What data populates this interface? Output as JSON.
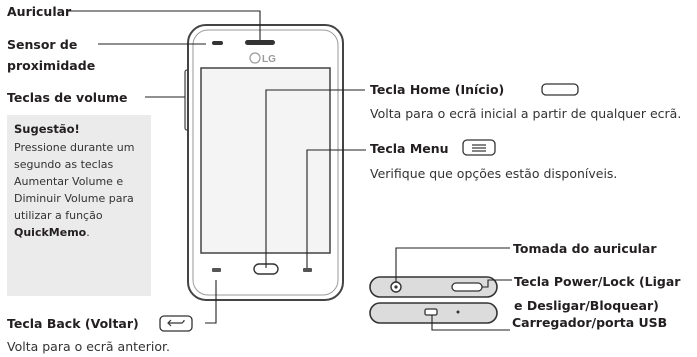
{
  "phone": {
    "brand": "LG"
  },
  "labels": {
    "auricular": "Auricular",
    "sensor_line1": "Sensor de",
    "sensor_line2": "proximidade",
    "volume_keys": "Teclas de volume",
    "home_key": "Tecla Home (Início)",
    "home_desc": "Volta para o ecrã inicial a partir de qualquer ecrã.",
    "menu_key": "Tecla Menu",
    "menu_desc": "Verifique que opções estão disponíveis.",
    "back_key": "Tecla Back (Voltar)",
    "back_desc": "Volta para o ecrã anterior.",
    "headset_jack": "Tomada do auricular",
    "power_line1": "Tecla Power/Lock (Ligar",
    "power_line2": "e Desligar/Bloquear)",
    "usb_port": "Carregador/porta USB"
  },
  "tip": {
    "title": "Sugestão!",
    "text_before": "Pressione durante um segundo as teclas Aumentar Volume e Diminuir Volume para utilizar a função ",
    "bold_word": "QuickMemo",
    "text_after": "."
  }
}
